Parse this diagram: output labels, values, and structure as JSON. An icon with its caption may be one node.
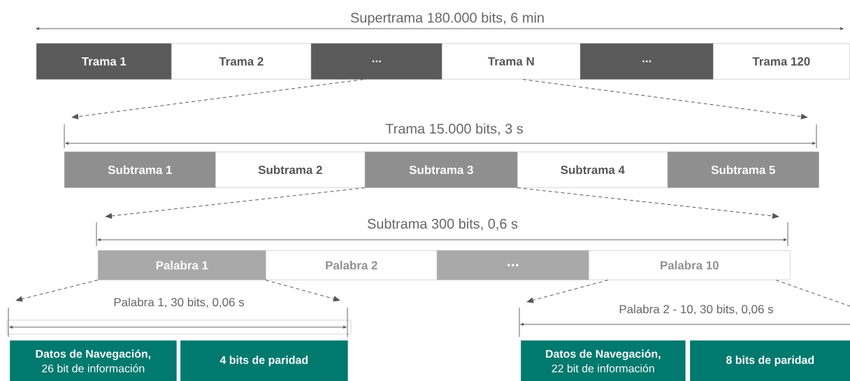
{
  "diagram": {
    "nodes": [
      {
        "text": [
          "Trama 1"
        ]
      },
      {
        "text": [
          "Trama 2"
        ]
      },
      {
        "text": [
          "..."
        ]
      },
      {
        "text": [
          "Trama N"
        ]
      },
      {
        "text": [
          "..."
        ]
      },
      {
        "text": [
          "Trama 120"
        ]
      },
      {
        "text": [
          "Subtrama 1"
        ]
      },
      {
        "text": [
          "Subtrama 2"
        ]
      },
      {
        "text": [
          "Subtrama 3"
        ]
      },
      {
        "text": [
          "Subtrama 4"
        ]
      },
      {
        "text": [
          "Subtrama 5"
        ]
      },
      {
        "text": [
          "Palabra 1"
        ]
      },
      {
        "text": [
          "Palabra 2"
        ]
      },
      {
        "text": [
          "..."
        ]
      },
      {
        "text": [
          "Palabra 10"
        ]
      },
      {
        "text": [
          "Datos de Navegación,",
          "26 bit de información"
        ]
      },
      {
        "text": [
          "4 bits de paridad"
        ]
      },
      {
        "text": [
          "Datos de Navegación,",
          "22 bit de información"
        ]
      },
      {
        "text": [
          "8 bits de paridad"
        ]
      }
    ],
    "edges": [
      {
        "from": 2,
        "to": null,
        "arrow": "to",
        "style": "dashed"
      },
      {
        "from": 3,
        "to": null,
        "arrow": "to",
        "style": "dashed"
      },
      {
        "from": 8,
        "to": null,
        "arrow": "to",
        "style": "dashed"
      },
      {
        "from": 8,
        "to": null,
        "arrow": "to",
        "style": "dashed"
      },
      {
        "from": 11,
        "to": null,
        "arrow": "to",
        "style": "dashed"
      },
      {
        "from": 11,
        "to": null,
        "arrow": "to",
        "style": "dashed"
      },
      {
        "from": 14,
        "to": null,
        "arrow": "to",
        "style": "dashed"
      },
      {
        "from": 14,
        "to": null,
        "arrow": "none",
        "style": "dashed"
      }
    ],
    "labels": [
      "Supertrama 180.000 bits, 6 min",
      "Trama 15.000 bits, 3 s",
      "Subtrama 300 bits, 0,6 s",
      "Palabra 1, 30 bits, 0,06 s",
      "Palabra 2 - 10, 30 bits, 0,06 s"
    ]
  }
}
